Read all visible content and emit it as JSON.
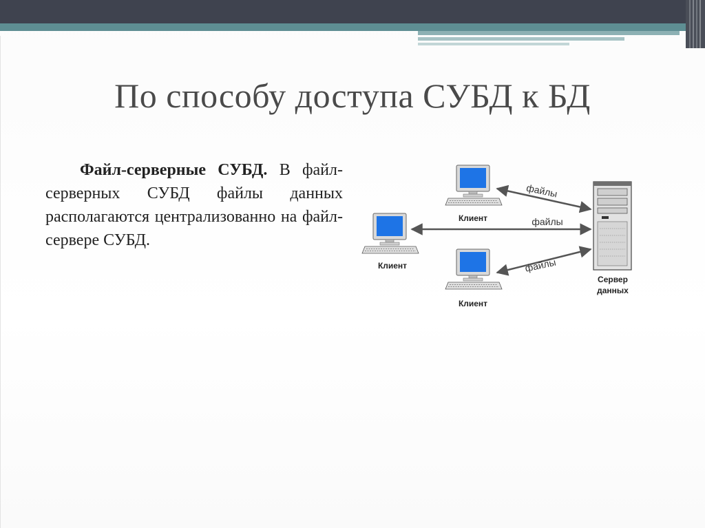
{
  "slide": {
    "title": "По способу доступа СУБД к БД",
    "paragraph": {
      "bold_lead": "Файл-серверные СУБД.",
      "text": "В файл-серверных СУБД файлы данных располагаются централизованно на файл-сервере СУБД."
    }
  },
  "diagram": {
    "clients": [
      {
        "label": "Клиент"
      },
      {
        "label": "Клиент"
      },
      {
        "label": "Клиент"
      }
    ],
    "arrows": [
      {
        "label": "файлы"
      },
      {
        "label": "файлы"
      },
      {
        "label": "файлы"
      }
    ],
    "server": {
      "label_line1": "Сервер",
      "label_line2": "данных"
    }
  },
  "colors": {
    "header_dark": "#3f434f",
    "header_teal": "#5e8e93",
    "monitor_blue": "#1e74e6",
    "title_gray": "#4a4a4a"
  }
}
